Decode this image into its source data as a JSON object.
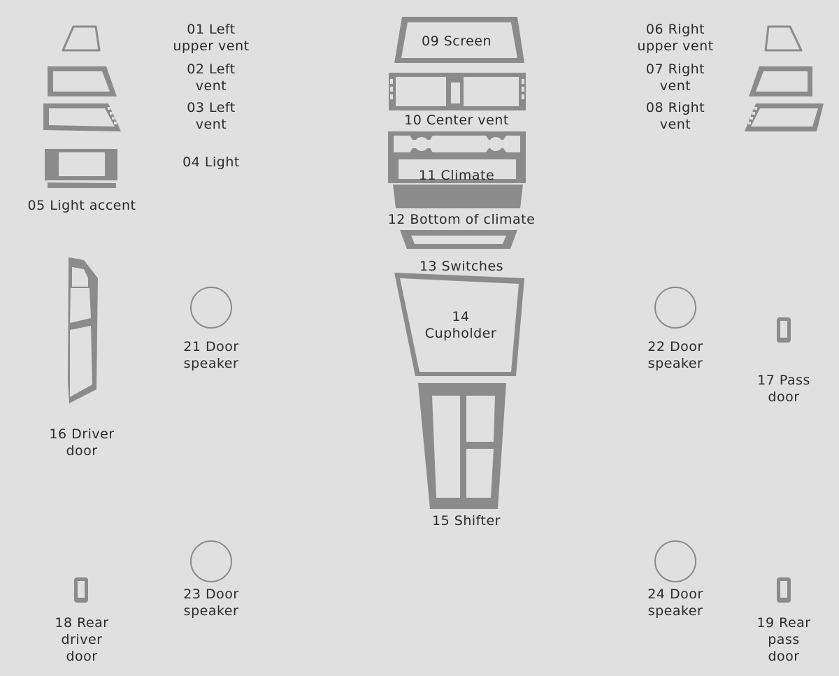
{
  "colors": {
    "background": "#e0e0e0",
    "trim": "#8b8b8b",
    "cutout": "#e0e0e0",
    "text": "#2b2b2b"
  },
  "parts": [
    {
      "id": "left-upper-vent",
      "lines": [
        "01 Left",
        "upper vent"
      ]
    },
    {
      "id": "left-vent-02",
      "lines": [
        "02 Left",
        "vent"
      ]
    },
    {
      "id": "left-vent-03",
      "lines": [
        "03 Left",
        "vent"
      ]
    },
    {
      "id": "light",
      "lines": [
        "04 Light"
      ]
    },
    {
      "id": "light-accent",
      "lines": [
        "05 Light accent"
      ]
    },
    {
      "id": "right-upper-vent",
      "lines": [
        "06 Right",
        "upper vent"
      ]
    },
    {
      "id": "right-vent-07",
      "lines": [
        "07 Right",
        "vent"
      ]
    },
    {
      "id": "right-vent-08",
      "lines": [
        "08 Right",
        "vent"
      ]
    },
    {
      "id": "screen",
      "lines": [
        "09 Screen"
      ]
    },
    {
      "id": "center-vent",
      "lines": [
        "10 Center vent"
      ]
    },
    {
      "id": "climate",
      "lines": [
        "11 Climate"
      ]
    },
    {
      "id": "bottom-of-climate",
      "lines": [
        "12 Bottom of climate"
      ]
    },
    {
      "id": "switches",
      "lines": [
        "13 Switches"
      ]
    },
    {
      "id": "cupholder",
      "lines": [
        "14",
        "Cupholder"
      ]
    },
    {
      "id": "shifter",
      "lines": [
        "15 Shifter"
      ]
    },
    {
      "id": "driver-door",
      "lines": [
        "16 Driver",
        "door"
      ]
    },
    {
      "id": "pass-door",
      "lines": [
        "17 Pass",
        "door"
      ]
    },
    {
      "id": "rear-driver-door",
      "lines": [
        "18 Rear",
        "driver",
        "door"
      ]
    },
    {
      "id": "rear-pass-door",
      "lines": [
        "19 Rear",
        "pass",
        "door"
      ]
    },
    {
      "id": "door-speaker-21",
      "lines": [
        "21 Door",
        "speaker"
      ]
    },
    {
      "id": "door-speaker-22",
      "lines": [
        "22 Door",
        "speaker"
      ]
    },
    {
      "id": "door-speaker-23",
      "lines": [
        "23 Door",
        "speaker"
      ]
    },
    {
      "id": "door-speaker-24",
      "lines": [
        "24 Door",
        "speaker"
      ]
    }
  ]
}
